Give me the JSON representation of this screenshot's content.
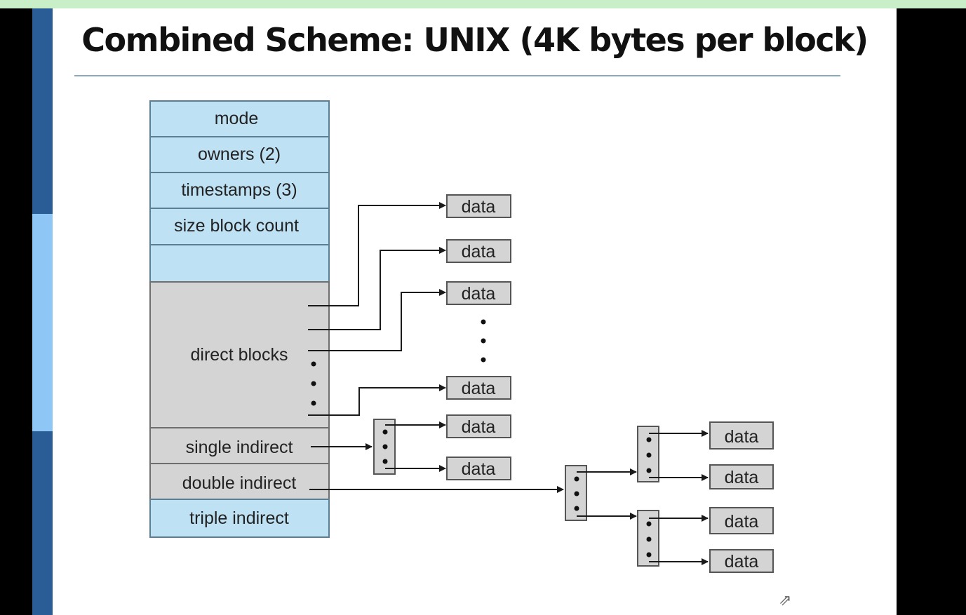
{
  "slide": {
    "title": "Combined Scheme:  UNIX (4K bytes per block)"
  },
  "inode": {
    "fields": [
      {
        "label": "mode",
        "fill": "#bee1f4"
      },
      {
        "label": "owners (2)",
        "fill": "#bee1f4"
      },
      {
        "label": "timestamps (3)",
        "fill": "#bee1f4"
      },
      {
        "label": "size block count",
        "fill": "#bee1f4"
      },
      {
        "label": "",
        "fill": "#bee1f4"
      },
      {
        "label": "direct blocks",
        "fill": "#d4d4d4"
      },
      {
        "label": "single indirect",
        "fill": "#d4d4d4"
      },
      {
        "label": "double indirect",
        "fill": "#d4d4d4"
      },
      {
        "label": "triple indirect",
        "fill": "#bee1f4"
      }
    ]
  },
  "data_block_label": "data",
  "colors": {
    "inode_metadata": "#bee1f4",
    "inode_pointers": "#d4d4d4",
    "data_block": "#d4d4d4",
    "line": "#1a1a1a",
    "slide_background": "#ffffff",
    "left_bar": "#2a5c95",
    "left_bar_highlight": "#8ec6f6",
    "top_bar": "#c9efc9"
  },
  "icons": {
    "cursor": "mouse-pointer-icon"
  }
}
